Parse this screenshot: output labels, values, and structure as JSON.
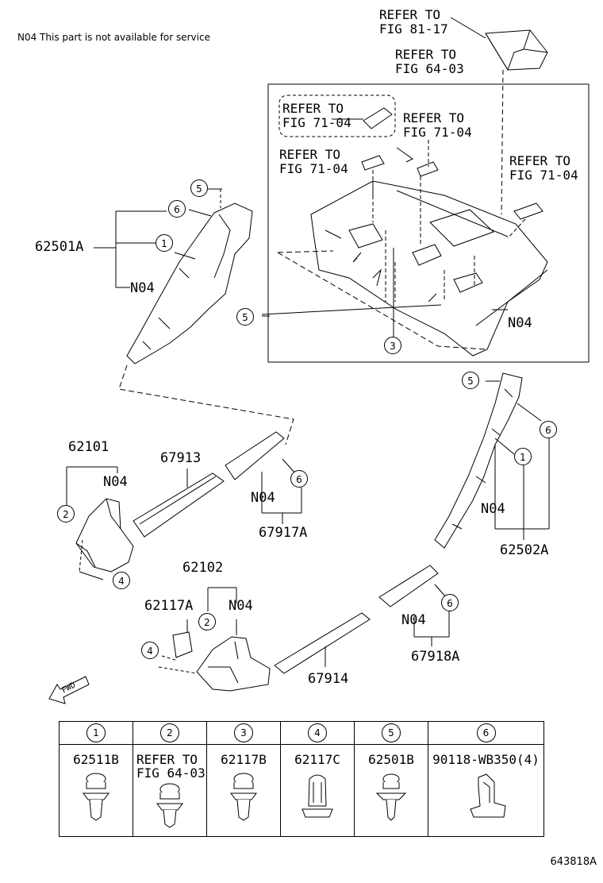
{
  "note": "N04  This part is not available for service",
  "refs": {
    "fig81": "REFER TO\nFIG 81-17",
    "fig64": "REFER TO\nFIG 64-03",
    "fig71a": "REFER TO\nFIG 71-04",
    "fig71b": "REFER TO\nFIG 71-04",
    "fig71c": "REFER TO\nFIG 71-04",
    "fig71d": "REFER TO\nFIG 71-04"
  },
  "parts": {
    "p62501A": "62501A",
    "p62502A": "62502A",
    "p62101": "62101",
    "p62102": "62102",
    "p62117A": "62117A",
    "p67913": "67913",
    "p67914": "67914",
    "p67917A": "67917A",
    "p67918A": "67918A"
  },
  "n04": "N04",
  "callouts": [
    "1",
    "2",
    "3",
    "4",
    "5",
    "6"
  ],
  "legend": [
    {
      "num": "1",
      "part": "62511B"
    },
    {
      "num": "2",
      "part": "REFER TO\nFIG 64-03"
    },
    {
      "num": "3",
      "part": "62117B"
    },
    {
      "num": "4",
      "part": "62117C"
    },
    {
      "num": "5",
      "part": "62501B"
    },
    {
      "num": "6",
      "part": "90118-WB350(4)"
    }
  ],
  "fwd": "FWD",
  "figure_id": "643818A"
}
